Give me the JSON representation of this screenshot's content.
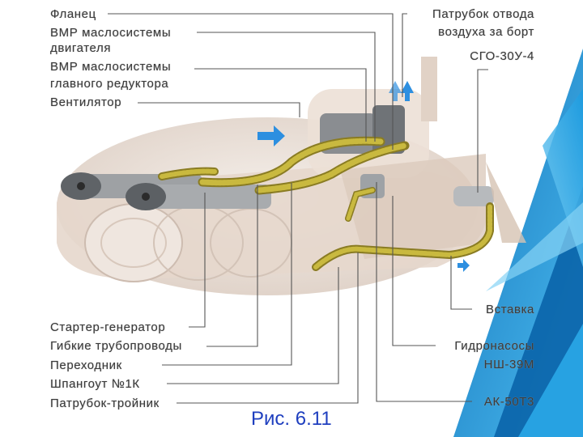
{
  "labels": {
    "flanec": "Фланец",
    "vmr_engine_1": "ВМР маслосистемы",
    "vmr_engine_2": "двигателя",
    "vmr_gearbox_1": "ВМР маслосистемы",
    "vmr_gearbox_2": "главного редуктора",
    "ventilator": "Вентилятор",
    "air_outlet_1": "Патрубок отвода",
    "air_outlet_2": "воздуха за борт",
    "sgo": "СГО-30У-4",
    "vstavka": "Вставка",
    "hydro_1": "Гидронасосы",
    "hydro_2": "НШ-39М",
    "ak": "АК-50Т3",
    "starter": "Стартер-генератор",
    "hoses": "Гибкие трубопроводы",
    "adapter": "Переходник",
    "frame": "Шпангоут №1К",
    "tee": "Патрубок-тройник"
  },
  "caption": "Рис. 6.11",
  "colors": {
    "text": "#3c3c3c",
    "caption": "#1f3fbf",
    "hose": "#b9a83a",
    "engine": "#e8dcd3",
    "accent": "#1e88d6"
  }
}
